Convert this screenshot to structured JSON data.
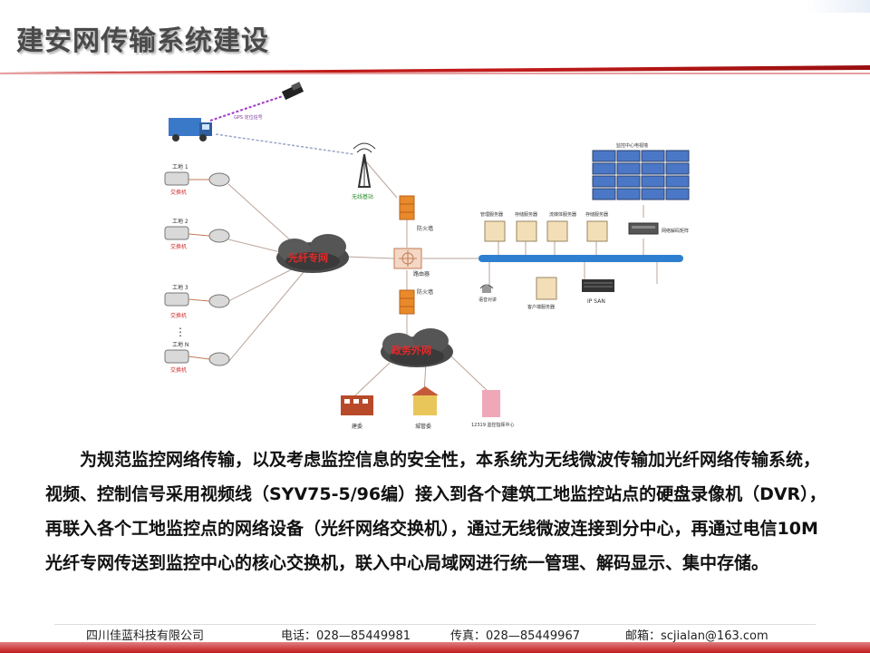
{
  "slide": {
    "title": "建安网传输系统建设",
    "paragraph": "为规范监控网络传输，以及考虑监控信息的安全性，本系统为无线微波传输加光纤网络传输系统，视频、控制信号采用视频线（SYV75-5/96编）接入到各个建筑工地监控站点的硬盘录像机（DVR），再联入各个工地监控点的网络设备（光纤网络交换机），通过无线微波连接到分中心，再通过电信10M光纤专网传送到监控中心的核心交换机，联入中心局域网进行统一管理、解码显示、集中存储。"
  },
  "diagram": {
    "gps_label": "GPS 定位信号",
    "sites": [
      "工地 1",
      "工地 2",
      "工地 3",
      "工地 N"
    ],
    "switch_label": "交换机",
    "dots": "⋮",
    "antenna_label": "无线基站",
    "firewall_label": "防火墙",
    "router_label": "路由器",
    "fiber_cloud": "光纤专网",
    "gov_cloud": "政务外网",
    "servers": [
      "管理服务器",
      "存储服务器",
      "流媒体服务器",
      "存储服务器"
    ],
    "videowall_label": "监控中心电视墙",
    "decoder_label": "网络解码矩阵",
    "voice_label": "语音对讲",
    "client_server_label": "客户端服务器",
    "ipsan_label": "IP SAN",
    "endpoints": [
      "建委",
      "城管委",
      "12319 监控指挥中心"
    ]
  },
  "footer": {
    "company": "四川佳蓝科技有限公司",
    "phone": "电话：028—85449981",
    "fax": "传真：028—85449967",
    "email": "邮箱：scjialan@163.com"
  },
  "colors": {
    "accent_red": "#c11b1b",
    "cloud_text": "#e52a2a",
    "firewall_orange": "#e98a2a",
    "bus_blue": "#2f7fd0",
    "wall_blue": "#4b77c7"
  }
}
